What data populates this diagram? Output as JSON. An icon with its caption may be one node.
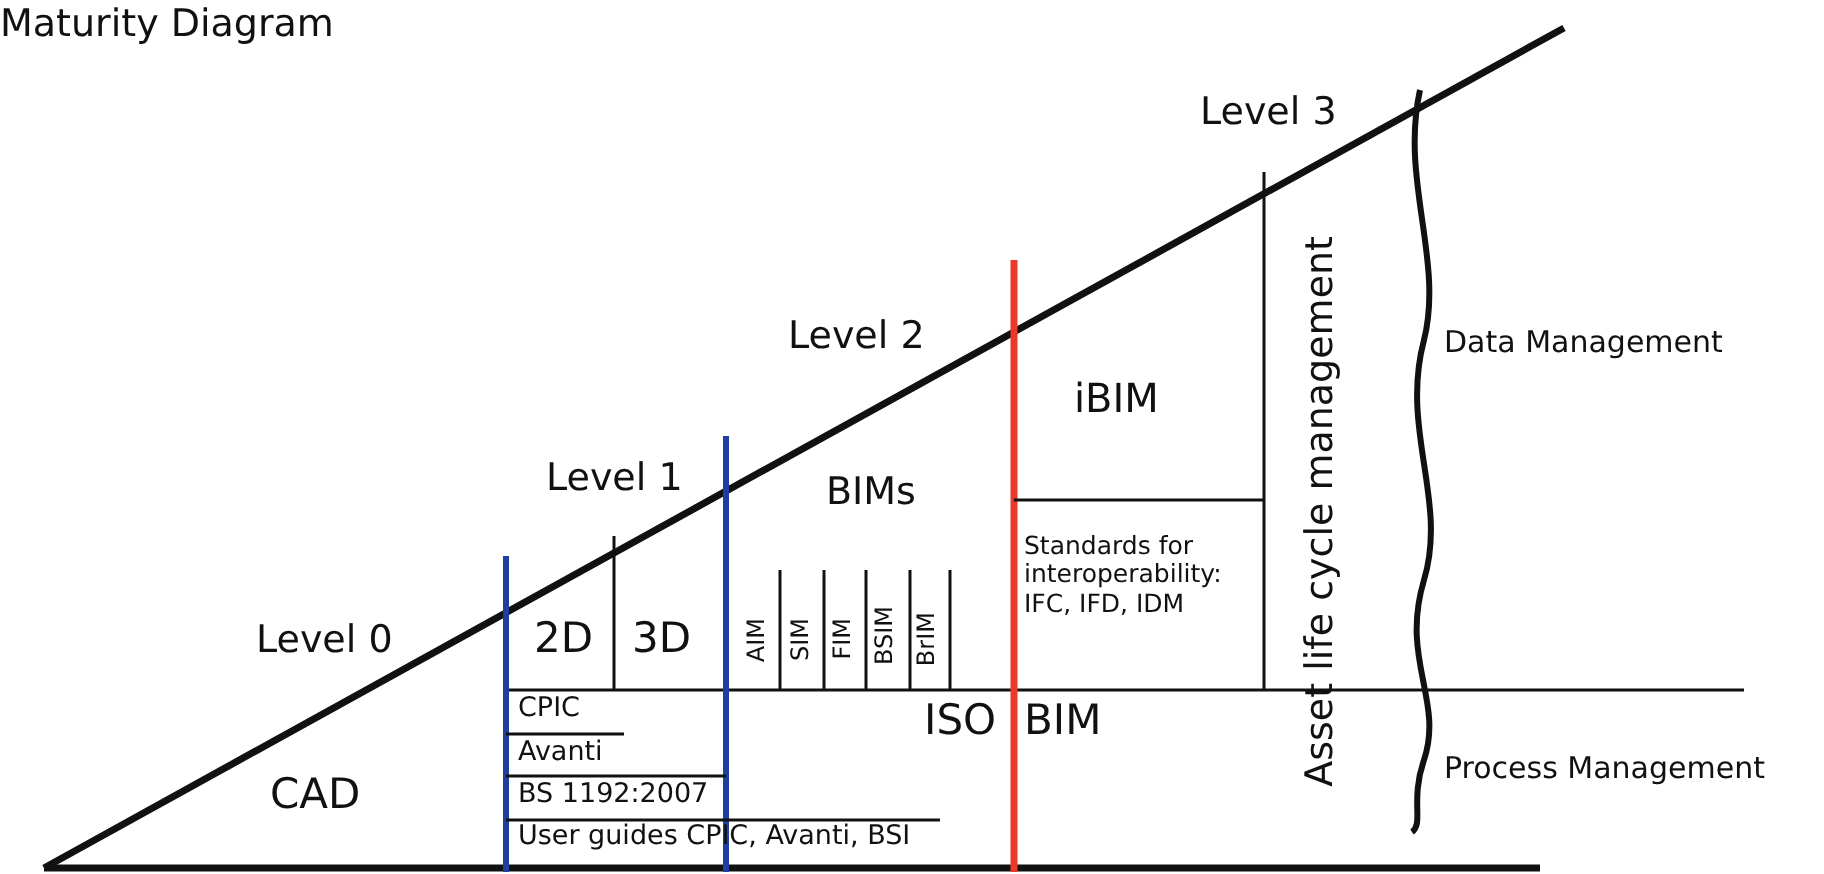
{
  "diagram": {
    "title": "Maturity Diagram",
    "labels": [
      "Level 3",
      "Level 2",
      "Data Management",
      "iBIM",
      "Level 1",
      "BIMs",
      "Asset life cycle management",
      "Standards for interoperability: IFC, IFD, IDM",
      "Level 0",
      "2D",
      "3D",
      "AIM",
      "SIM",
      "FIM",
      "BSIM",
      "BrIM",
      "CPIC",
      "ISO",
      "BIM",
      "Process Management",
      "Avanti",
      "CAD",
      "BS 1192:2007",
      "User guides CPIC, Avanti, BSI"
    ]
  }
}
